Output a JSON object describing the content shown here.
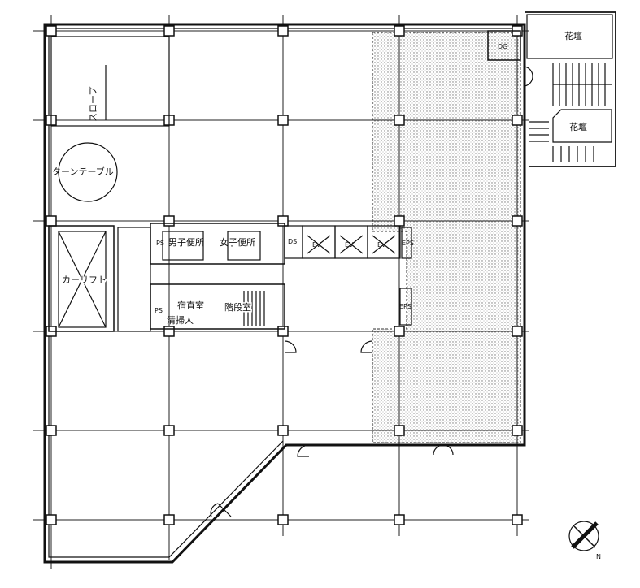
{
  "plan": {
    "labels": {
      "slope": "スロープ",
      "turntable": "ターンテーブル",
      "car_lift": "カーリフト",
      "mens_toilet": "男子便所",
      "womens_toilet": "女子便所",
      "ds": "DS",
      "eps_top": "EPS",
      "eps_mid": "EPS",
      "ps_left": "PS",
      "ps_mid": "PS",
      "duty_room": "宿直室",
      "stair_room": "階段室",
      "cleaning": "清掃人",
      "dg": "DG",
      "flowerbed_top": "花壇",
      "flowerbed_mid": "花壇",
      "ev1": "EV",
      "ev2": "EV",
      "ev3": "EV"
    },
    "compass": {
      "north_label": "N"
    },
    "colors": {
      "line": "#111111",
      "hatch": "#cfcfcf"
    }
  }
}
